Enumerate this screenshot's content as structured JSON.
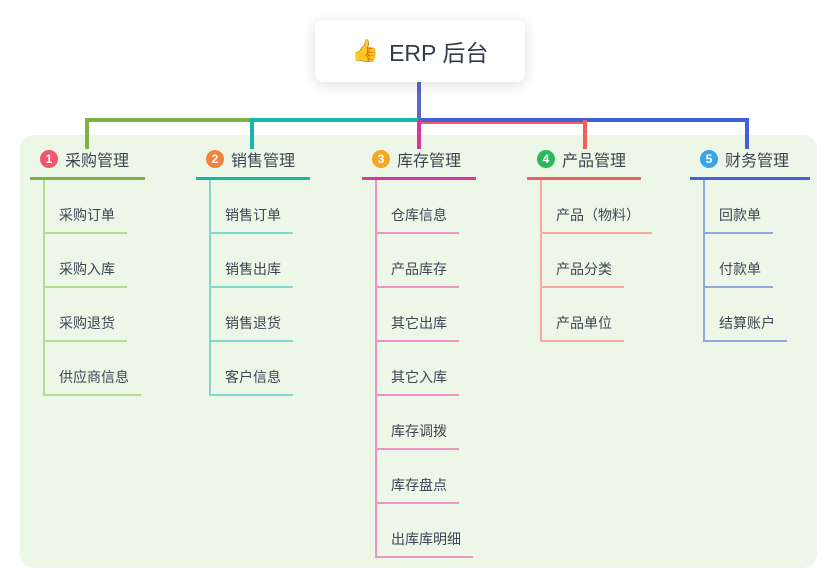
{
  "root": {
    "icon": "👍",
    "title": "ERP 后台"
  },
  "panel": {
    "bg": "#ecf7e8"
  },
  "connectors": {
    "root_color": "#5b68c5"
  },
  "branches": [
    {
      "num": "1",
      "label": "采购管理",
      "color": "#7cb342",
      "light_color": "#b5db92",
      "badge_color": "#f1566b",
      "children": [
        "采购订单",
        "采购入库",
        "采购退货",
        "供应商信息"
      ]
    },
    {
      "num": "2",
      "label": "销售管理",
      "color": "#14b8a9",
      "light_color": "#84d7cc",
      "badge_color": "#f5813f",
      "children": [
        "销售订单",
        "销售出库",
        "销售退货",
        "客户信息"
      ]
    },
    {
      "num": "3",
      "label": "库存管理",
      "color": "#d8359f",
      "light_color": "#ef93c7",
      "badge_color": "#f7a823",
      "children": [
        "仓库信息",
        "产品库存",
        "其它出库",
        "其它入库",
        "库存调拨",
        "库存盘点",
        "出库库明细"
      ]
    },
    {
      "num": "4",
      "label": "产品管理",
      "color": "#f25e5e",
      "light_color": "#f6aaa4",
      "badge_color": "#2eb85c",
      "children": [
        "产品（物料）",
        "产品分类",
        "产品单位"
      ]
    },
    {
      "num": "5",
      "label": "财务管理",
      "color": "#4161d8",
      "light_color": "#93a7e2",
      "badge_color": "#3ba4e4",
      "children": [
        "回款单",
        "付款单",
        "结算账户"
      ]
    }
  ]
}
